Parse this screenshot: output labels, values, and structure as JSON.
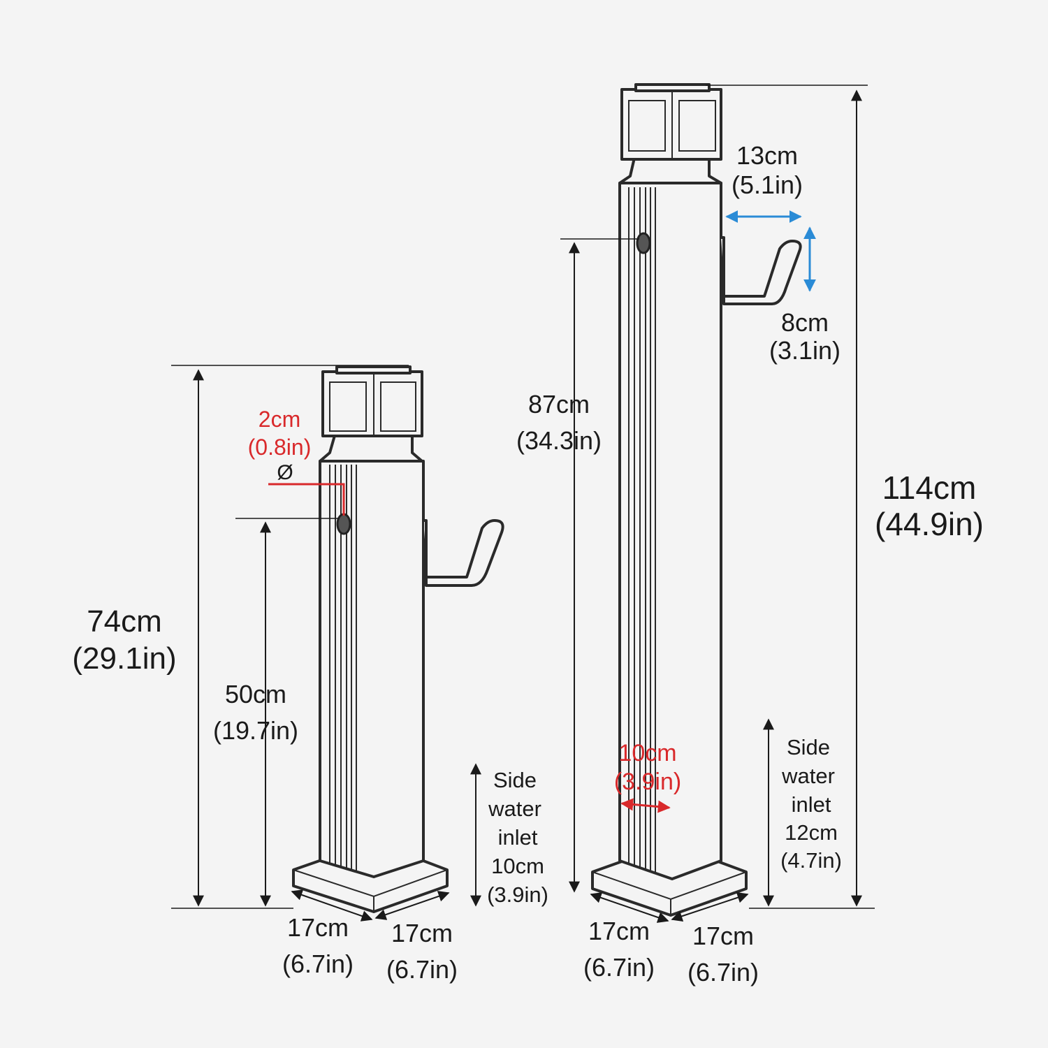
{
  "colors": {
    "line": "#1a1a1a",
    "accent_red": "#d9292b",
    "accent_blue": "#2a8bd6",
    "background": "#f4f4f4"
  },
  "small_post": {
    "height_cm": "74cm",
    "height_in": "(29.1in)",
    "inlet_height_cm": "50cm",
    "inlet_height_in": "(19.7in)",
    "hole_diameter_cm": "2cm",
    "hole_diameter_in": "(0.8in)",
    "diameter_symbol": "Ø",
    "base_width_left_cm": "17cm",
    "base_width_left_in": "(6.7in)",
    "base_width_right_cm": "17cm",
    "base_width_right_in": "(6.7in)",
    "side_inlet": [
      "Side",
      "water",
      "inlet",
      "10cm",
      "(3.9in)"
    ]
  },
  "tall_post": {
    "height_cm": "114cm",
    "height_in": "(44.9in)",
    "inlet_height_cm": "87cm",
    "inlet_height_in": "(34.3in)",
    "holder_width_cm": "13cm",
    "holder_width_in": "(5.1in)",
    "holder_height_cm": "8cm",
    "holder_height_in": "(3.1in)",
    "column_width_cm": "10cm",
    "column_width_in": "(3.9in)",
    "base_width_left_cm": "17cm",
    "base_width_left_in": "(6.7in)",
    "base_width_right_cm": "17cm",
    "base_width_right_in": "(6.7in)",
    "side_inlet": [
      "Side",
      "water",
      "inlet",
      "12cm",
      "(4.7in)"
    ]
  }
}
